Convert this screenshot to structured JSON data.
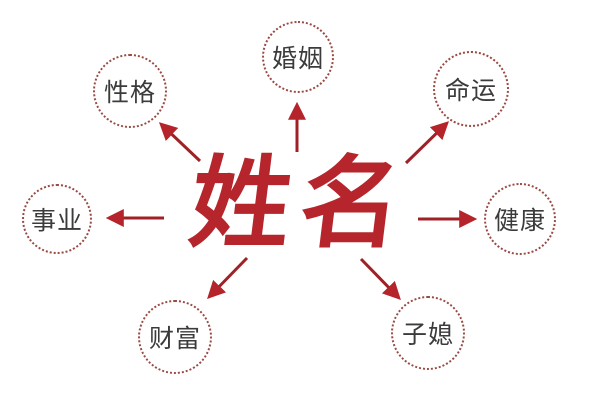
{
  "diagram": {
    "center": {
      "title": "姓名"
    },
    "nodes": [
      {
        "id": "marriage",
        "label": "婚姻",
        "position": "top"
      },
      {
        "id": "personality",
        "label": "性格",
        "position": "top-left"
      },
      {
        "id": "destiny",
        "label": "命运",
        "position": "top-right"
      },
      {
        "id": "career",
        "label": "事业",
        "position": "left"
      },
      {
        "id": "health",
        "label": "健康",
        "position": "right"
      },
      {
        "id": "wealth",
        "label": "财富",
        "position": "bottom-left"
      },
      {
        "id": "children",
        "label": "子媳",
        "position": "bottom-right"
      }
    ],
    "colors": {
      "center_text": "#b5252b",
      "arrow_line": "#a02125",
      "arrow_head": "#b5242a",
      "circle_dots": "#9a4a43",
      "node_text": "#3b3b3b",
      "background": "#ffffff"
    }
  }
}
